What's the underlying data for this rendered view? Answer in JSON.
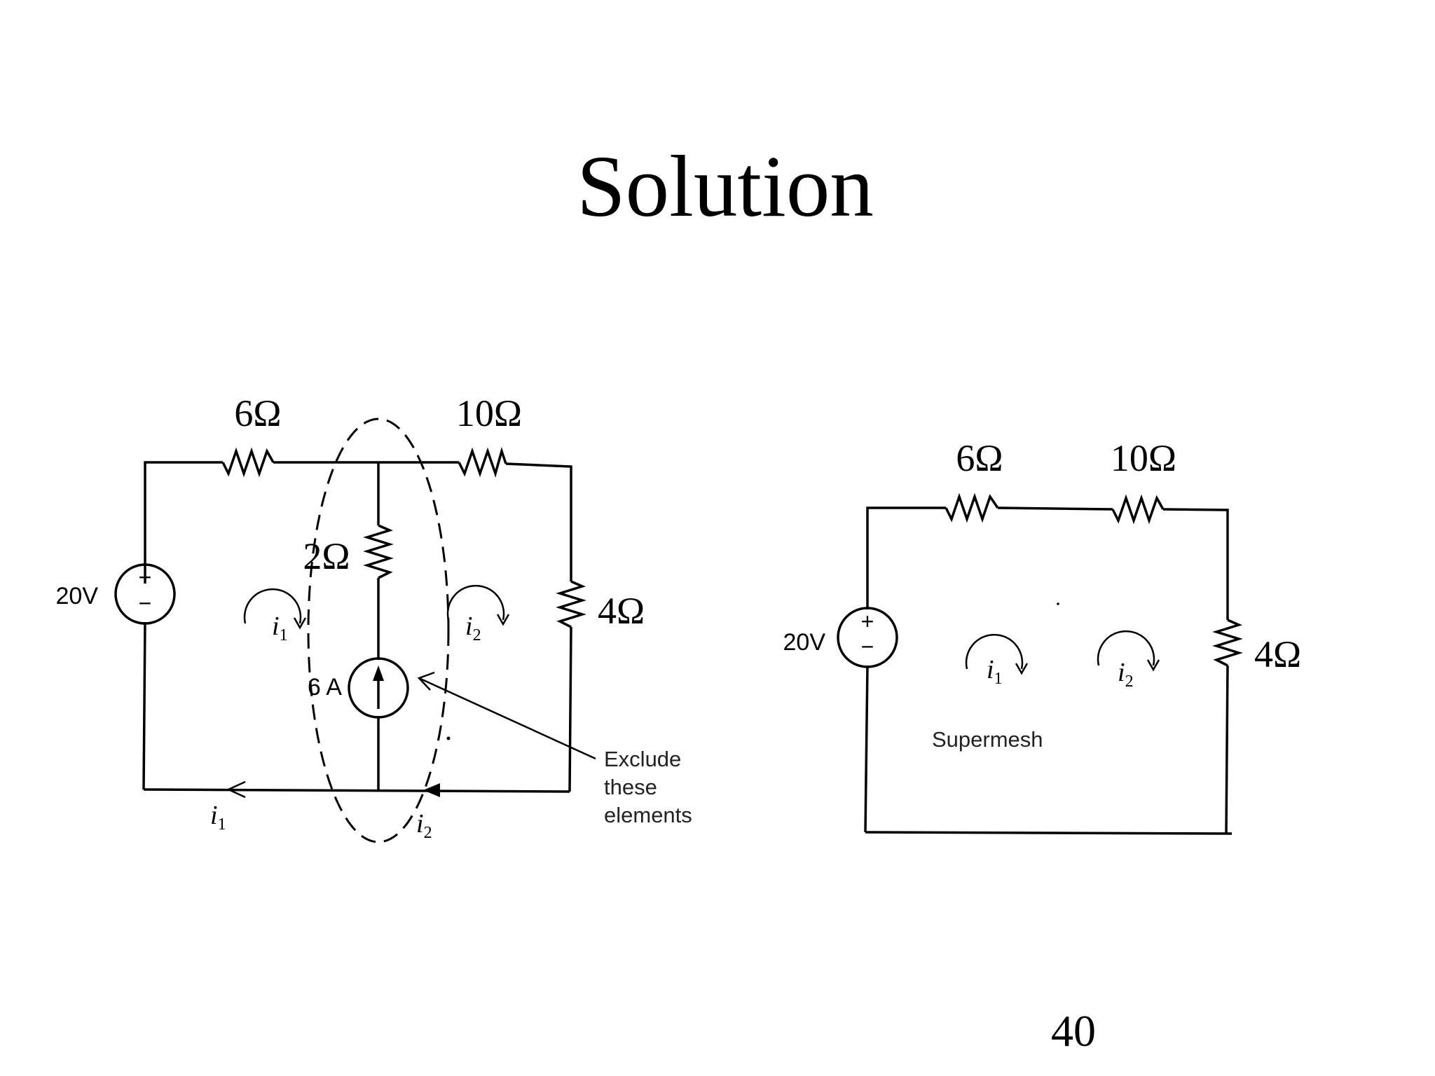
{
  "title": "Solution",
  "page_number": "40",
  "left_circuit": {
    "r_top_left": "6Ω",
    "r_top_right": "10Ω",
    "r_middle": "2Ω",
    "r_right": "4Ω",
    "voltage_source": "20V",
    "current_source": "6 A",
    "mesh_left": "i",
    "mesh_left_sub": "1",
    "mesh_right": "i",
    "mesh_right_sub": "2",
    "bottom_left_current": "i",
    "bottom_left_current_sub": "1",
    "bottom_right_current": "i",
    "bottom_right_current_sub": "2",
    "annotation_line1": "Exclude",
    "annotation_line2": "these",
    "annotation_line3": "elements",
    "source_plus": "+",
    "source_minus": "−"
  },
  "right_circuit": {
    "r_top_left": "6Ω",
    "r_top_right": "10Ω",
    "r_right": "4Ω",
    "voltage_source": "20V",
    "mesh_left": "i",
    "mesh_left_sub": "1",
    "mesh_right": "i",
    "mesh_right_sub": "2",
    "supermesh_label": "Supermesh",
    "source_plus": "+",
    "source_minus": "−"
  }
}
